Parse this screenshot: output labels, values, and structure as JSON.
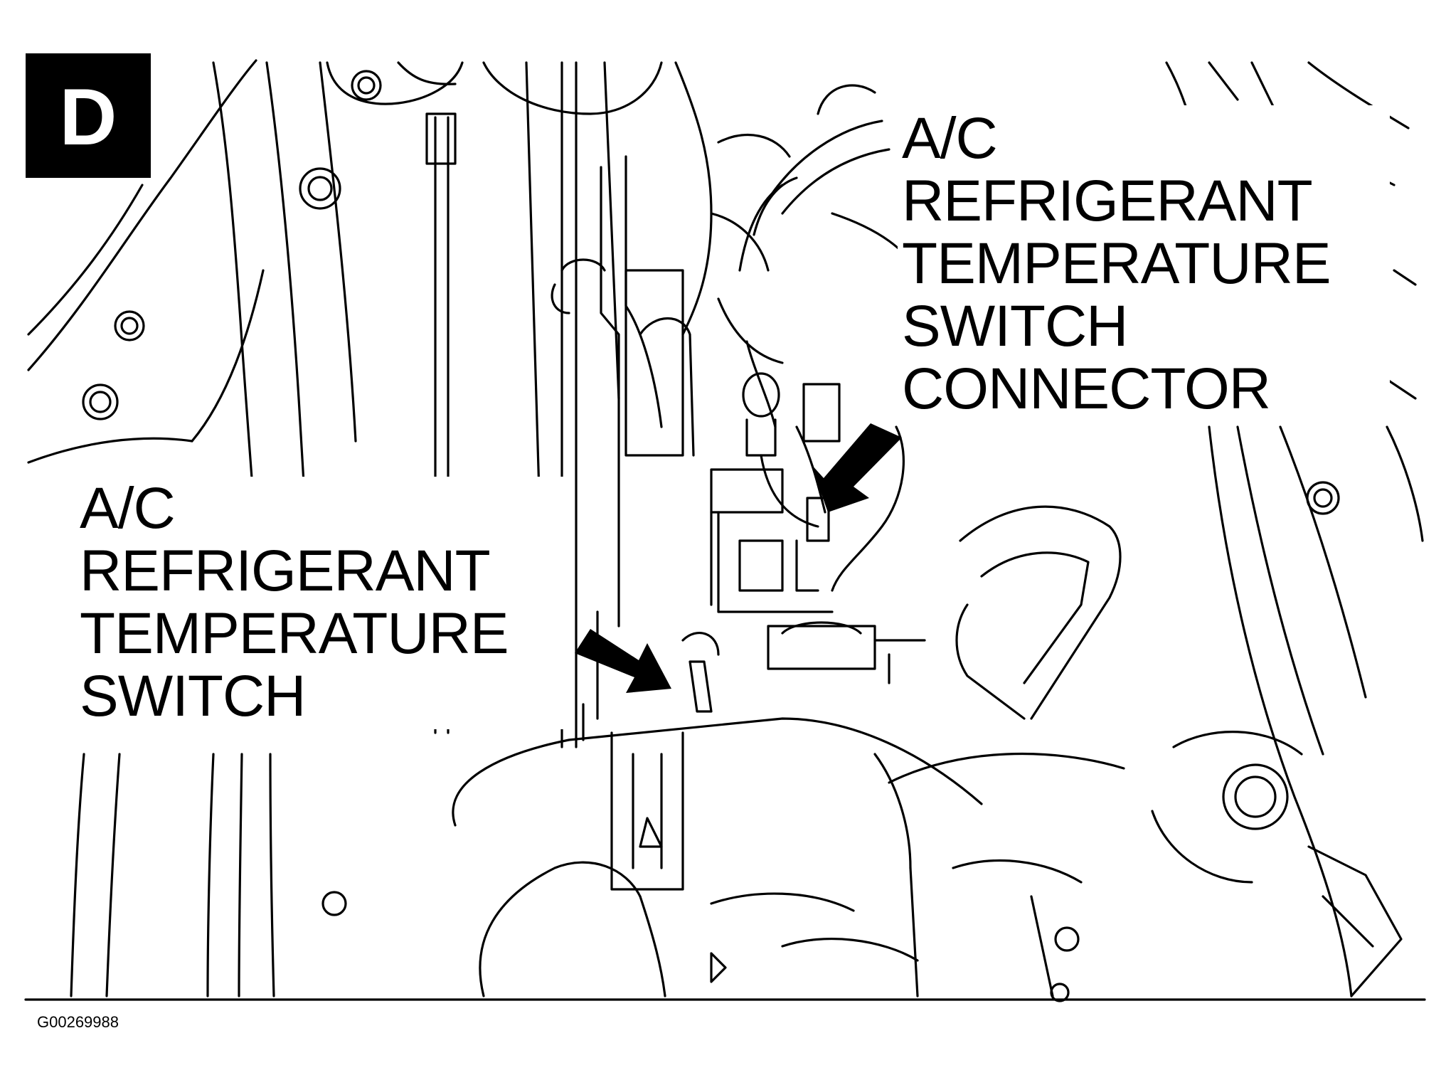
{
  "view_badge": {
    "letter": "D",
    "bg_color": "#000000",
    "text_color": "#ffffff"
  },
  "callouts": {
    "connector": {
      "lines": [
        "A/C",
        "REFRIGERANT",
        "TEMPERATURE",
        "SWITCH",
        "CONNECTOR"
      ]
    },
    "switch": {
      "lines": [
        "A/C",
        "REFRIGERANT",
        "TEMPERATURE",
        "SWITCH"
      ]
    }
  },
  "figure_id": "G00269988",
  "colors": {
    "line": "#000000",
    "background": "#ffffff"
  }
}
